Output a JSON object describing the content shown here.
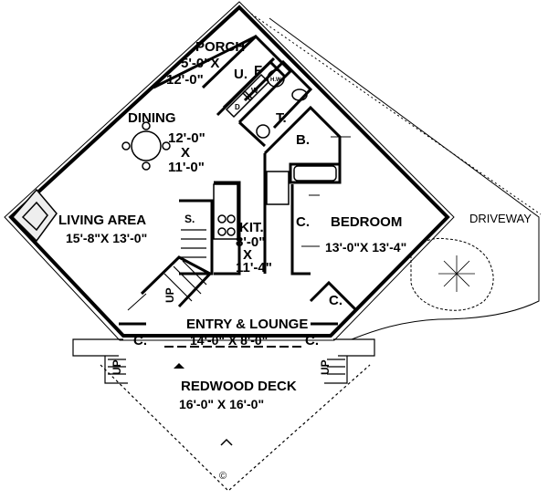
{
  "rooms": {
    "porch": {
      "name": "PORCH",
      "dim1": "5'-0\"X",
      "dim2": "12'-0\""
    },
    "dining": {
      "name": "DINING",
      "dim1": "12'-0\"",
      "dim2": "X",
      "dim3": "11'-0\""
    },
    "living": {
      "name": "LIVING AREA",
      "dim": "15'-8\"X 13'-0\""
    },
    "kitchen": {
      "name": "KIT.",
      "dim1": "8'-0\"",
      "dim2": "X",
      "dim3": "11'-4\""
    },
    "bedroom": {
      "name": "BEDROOM",
      "dim": "13'-0\"X 13'-4\""
    },
    "entry": {
      "name": "ENTRY & LOUNGE",
      "dim": "14'-0\" X 8'-0\""
    },
    "deck": {
      "name": "REDWOOD DECK",
      "dim": "16'-0\" X 16'-0\""
    }
  },
  "labels": {
    "utility": "U.",
    "furnace": "F",
    "water_heater": "H.W.",
    "dryer": "D",
    "washer": "W",
    "toilet_room": "T.",
    "bath": "B.",
    "closet_kitchen": "C.",
    "closet_bedroom": "C.",
    "closet_entry_left": "C.",
    "closet_entry_right": "C.",
    "storage": "S.",
    "up_stair": "UP",
    "up_deck_left": "UP",
    "up_deck_right": "UP",
    "driveway": "DRIVEWAY",
    "copyright": "©"
  }
}
